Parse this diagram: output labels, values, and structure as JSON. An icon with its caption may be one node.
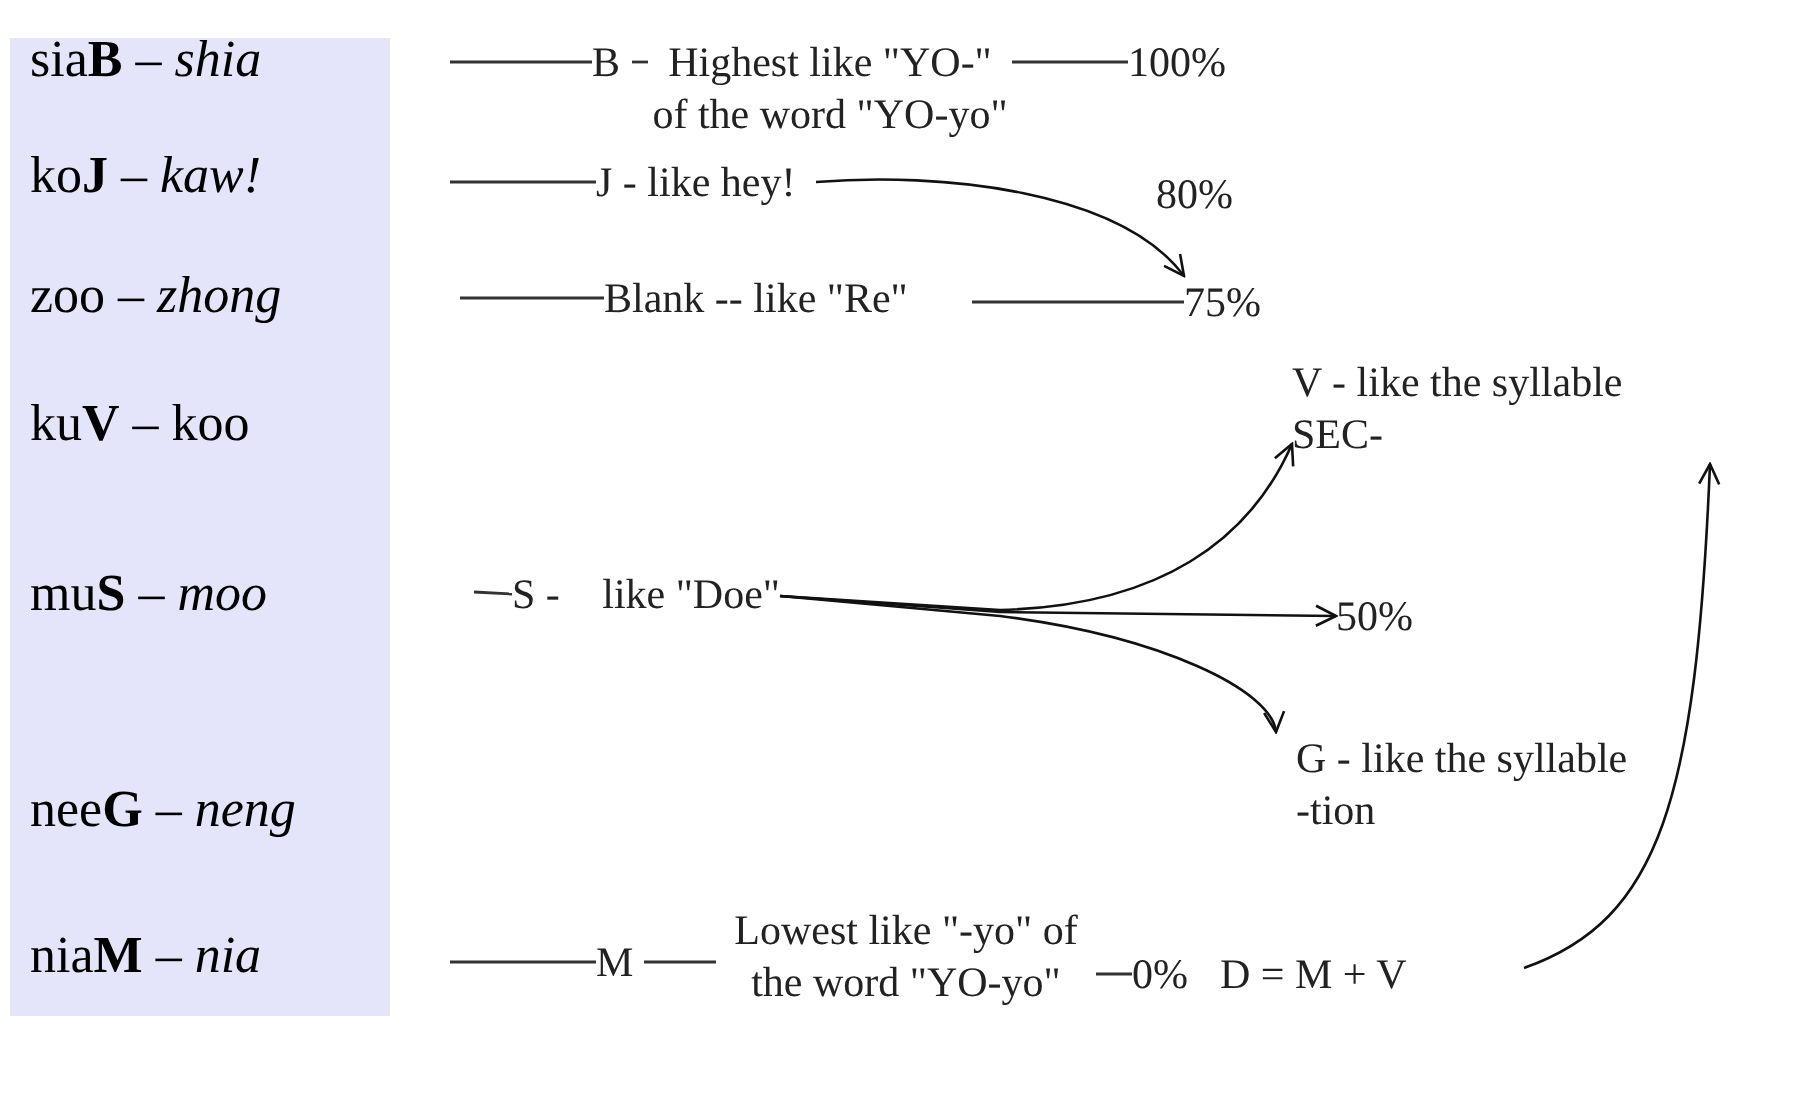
{
  "diagram": {
    "nodes": [
      {
        "text": [
          "sia**B** – *shia*",
          "ko**J** – *kaw!*",
          "zoo – *zhong*",
          "ku**V** – koo",
          "mu**S** – *moo*",
          "nee**G** – *neng*",
          "nia**M** – *nia*"
        ]
      },
      {
        "text": [
          "B"
        ]
      },
      {
        "text": [
          "Highest like \"YO-\" of the word \"YO-yo\""
        ]
      },
      {
        "text": [
          "100%"
        ]
      },
      {
        "text": [
          "J - like hey!"
        ]
      },
      {
        "text": [
          "80%"
        ]
      },
      {
        "text": [
          "Blank -- like \"Re\""
        ]
      },
      {
        "text": [
          "75%"
        ]
      },
      {
        "text": [
          "V - like the syllable SEC-"
        ]
      },
      {
        "text": [
          "S -",
          "like \"Doe\""
        ]
      },
      {
        "text": [
          "50%"
        ]
      },
      {
        "text": [
          "G - like the syllable -tion"
        ]
      },
      {
        "text": [
          "M"
        ]
      },
      {
        "text": [
          "Lowest like \"-yo\" of the word \"YO-yo\""
        ]
      },
      {
        "text": [
          "0%"
        ]
      },
      {
        "text": [
          "D = M + V"
        ]
      }
    ],
    "edges": [
      {
        "from": null,
        "to": 1,
        "arrow": "none"
      },
      {
        "from": 1,
        "to": 2,
        "arrow": "none"
      },
      {
        "from": 2,
        "to": 3,
        "arrow": "none"
      },
      {
        "from": null,
        "to": 4,
        "arrow": "none"
      },
      {
        "from": 4,
        "to": 7,
        "arrow": "to"
      },
      {
        "from": null,
        "to": 6,
        "arrow": "none"
      },
      {
        "from": 6,
        "to": 7,
        "arrow": "none"
      },
      {
        "from": null,
        "to": 9,
        "arrow": "none"
      },
      {
        "from": 9,
        "to": 10,
        "arrow": "to"
      },
      {
        "from": 9,
        "to": 8,
        "arrow": "to"
      },
      {
        "from": 9,
        "to": 11,
        "arrow": "to"
      },
      {
        "from": null,
        "to": 12,
        "arrow": "none"
      },
      {
        "from": 12,
        "to": 13,
        "arrow": "none"
      },
      {
        "from": 13,
        "to": 14,
        "arrow": "none"
      },
      {
        "from": 15,
        "to": 8,
        "arrow": "to"
      }
    ]
  }
}
